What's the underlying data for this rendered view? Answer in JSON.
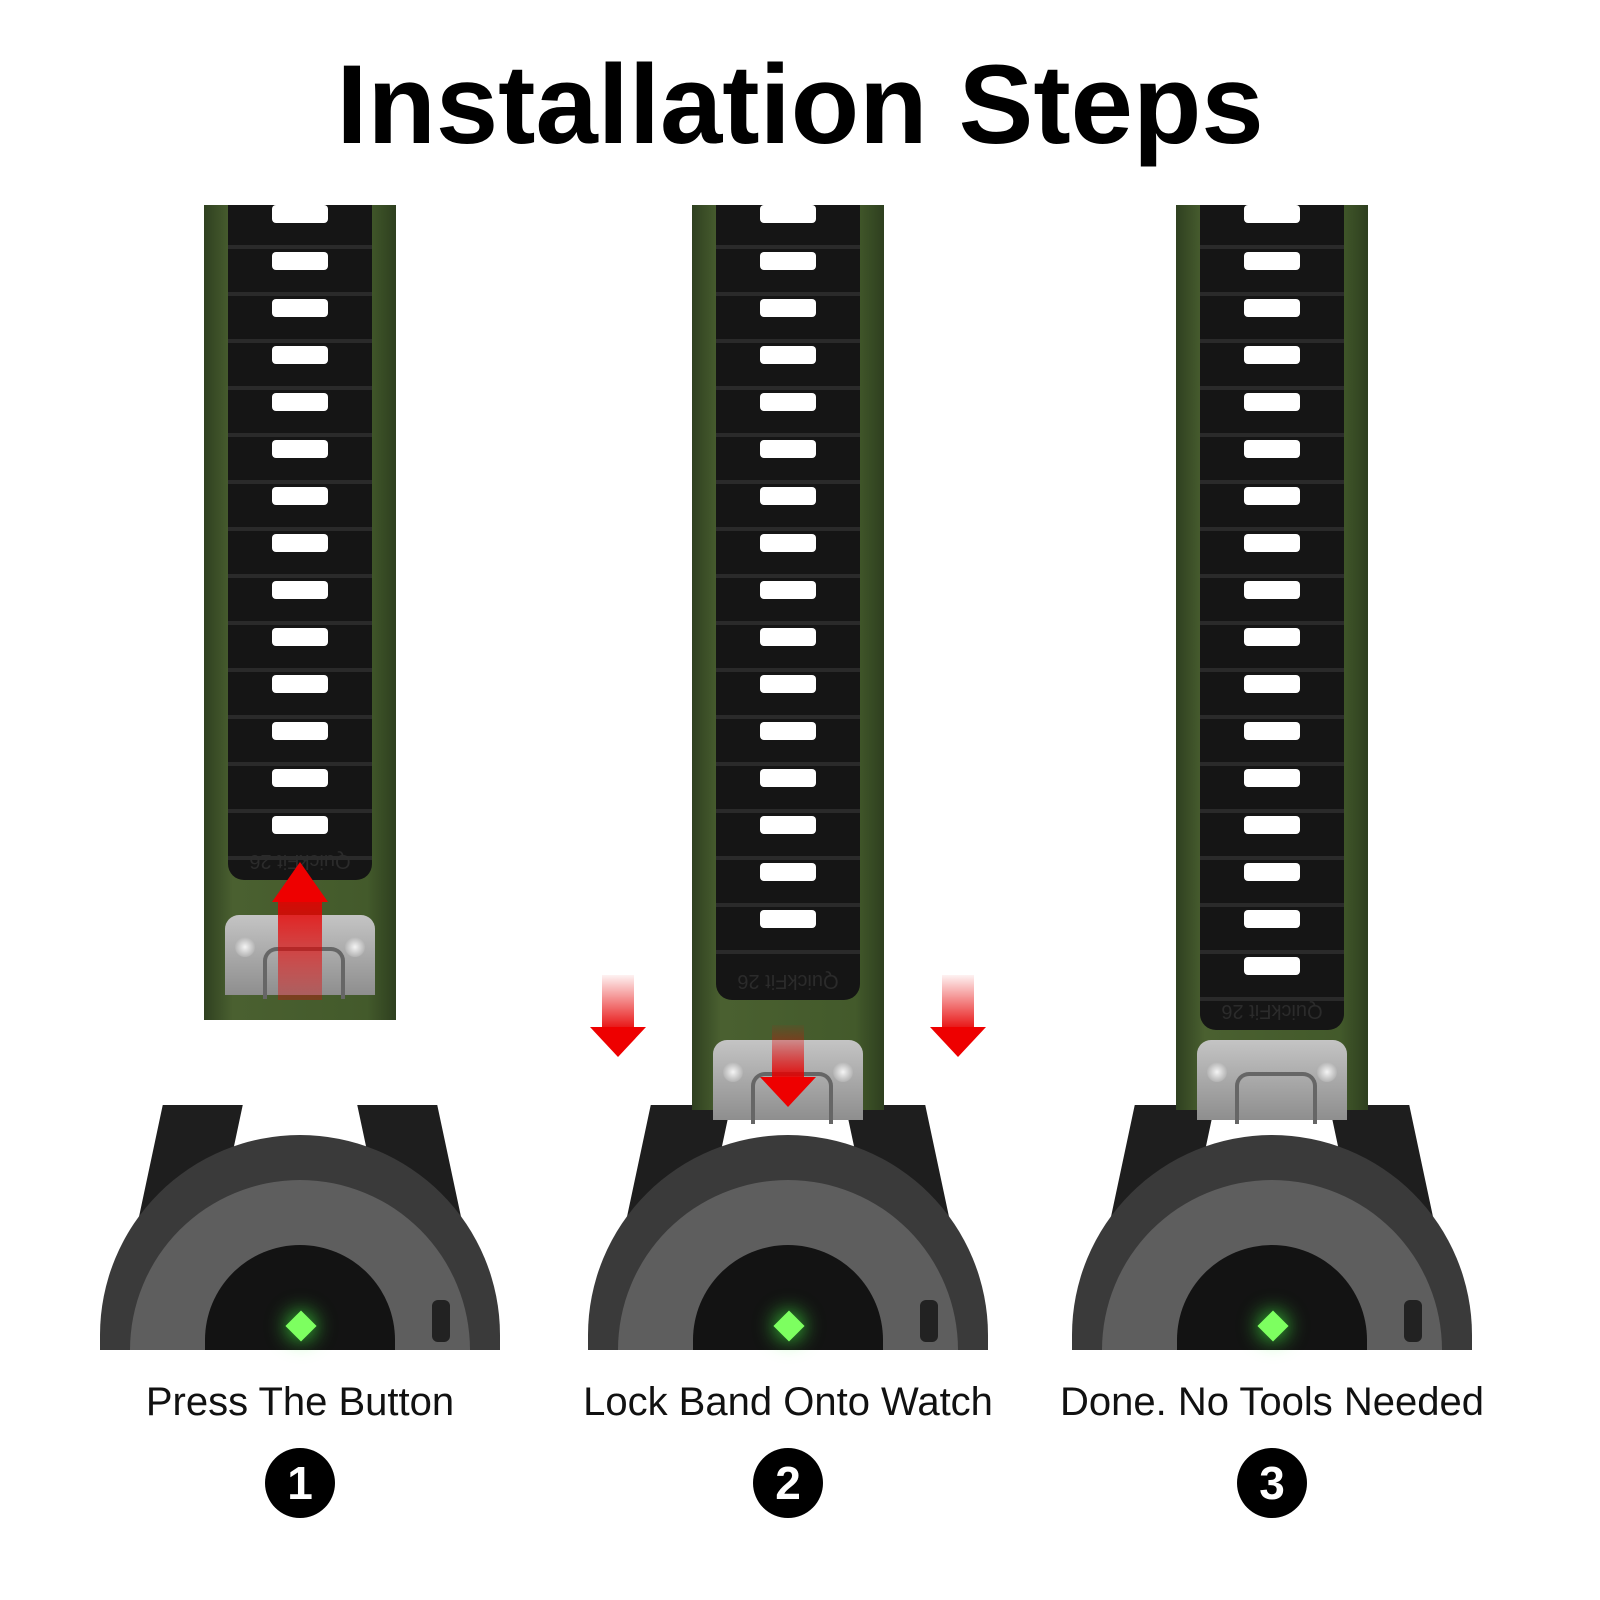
{
  "title": "Installation Steps",
  "band_logo": "QuickFit 26",
  "colors": {
    "band_frame": "#435a2b",
    "band_inner": "#151515",
    "arrow": "#e00000",
    "watch": "#3a3a3a"
  },
  "steps": [
    {
      "number": "1",
      "caption": "Press The Button",
      "arrow": "up"
    },
    {
      "number": "2",
      "caption": "Lock Band Onto Watch",
      "arrow": "down"
    },
    {
      "number": "3",
      "caption": "Done. No Tools Needed",
      "arrow": "none"
    }
  ]
}
